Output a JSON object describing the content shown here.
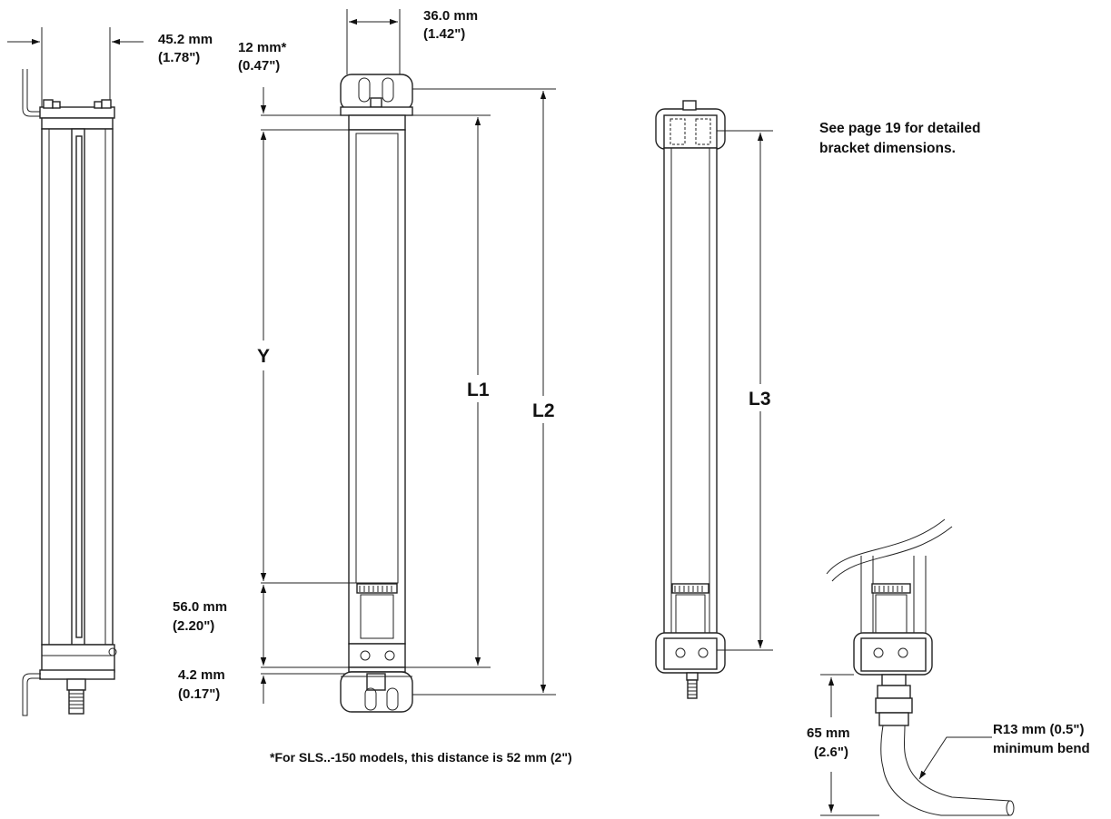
{
  "dimensions": {
    "width_side": {
      "mm": "45.2 mm",
      "inch": "(1.78\")"
    },
    "bracket_width": {
      "mm": "36.0 mm",
      "inch": "(1.42\")"
    },
    "top_offset": {
      "mm": "12 mm*",
      "inch": "(0.47\")"
    },
    "bottom_section": {
      "mm": "56.0 mm",
      "inch": "(2.20\")"
    },
    "bottom_offset": {
      "mm": "4.2 mm",
      "inch": "(0.17\")"
    },
    "cable_connector": {
      "mm": "65 mm",
      "inch": "(2.6\")"
    },
    "bend_radius": {
      "line1": "R13 mm (0.5\")",
      "line2": "minimum bend"
    }
  },
  "labels": {
    "y": "Y",
    "l1": "L1",
    "l2": "L2",
    "l3": "L3"
  },
  "notes": {
    "bracket": "See page 19 for detailed bracket dimensions.",
    "footnote": "*For SLS..-150 models, this distance is 52 mm (2\")"
  }
}
